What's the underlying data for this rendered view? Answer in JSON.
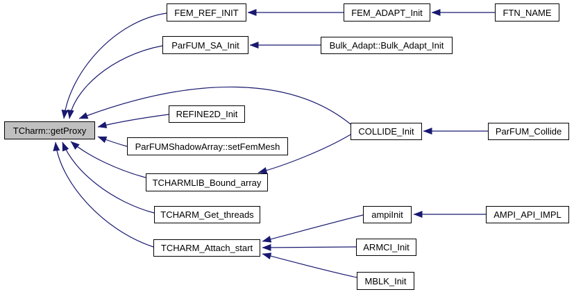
{
  "diagram": {
    "type": "call-graph",
    "focus_node": "TCharm::getProxy",
    "colors": {
      "edge": "#191970",
      "node_border": "#000000",
      "node_fill": "#ffffff",
      "focus_node_fill": "#c0c0c0",
      "background": "#ffffff",
      "text": "#000000"
    },
    "nodes": [
      {
        "id": "tcharm-getproxy",
        "label": "TCharm::getProxy"
      },
      {
        "id": "fem-ref-init",
        "label": "FEM_REF_INIT"
      },
      {
        "id": "parfum-sa-init",
        "label": "ParFUM_SA_Init"
      },
      {
        "id": "refine2d-init",
        "label": "REFINE2D_Init"
      },
      {
        "id": "parfumshadowarray-setfemmesh",
        "label": "ParFUMShadowArray::setFemMesh"
      },
      {
        "id": "tcharmlib-bound-array",
        "label": "TCHARMLIB_Bound_array"
      },
      {
        "id": "tcharm-get-threads",
        "label": "TCHARM_Get_threads"
      },
      {
        "id": "tcharm-attach-start",
        "label": "TCHARM_Attach_start"
      },
      {
        "id": "fem-adapt-init",
        "label": "FEM_ADAPT_Init"
      },
      {
        "id": "bulk-adapt-init",
        "label": "Bulk_Adapt::Bulk_Adapt_Init"
      },
      {
        "id": "collide-init",
        "label": "COLLIDE_Init"
      },
      {
        "id": "ftn-name",
        "label": "FTN_NAME"
      },
      {
        "id": "parfum-collide",
        "label": "ParFUM_Collide"
      },
      {
        "id": "ampiinit",
        "label": "ampiInit"
      },
      {
        "id": "ampi-api-impl",
        "label": "AMPI_API_IMPL"
      },
      {
        "id": "armci-init",
        "label": "ARMCI_Init"
      },
      {
        "id": "mblk-init",
        "label": "MBLK_Init"
      }
    ],
    "edges": [
      {
        "from": "FEM_REF_INIT",
        "to": "TCharm::getProxy"
      },
      {
        "from": "ParFUM_SA_Init",
        "to": "TCharm::getProxy"
      },
      {
        "from": "COLLIDE_Init",
        "to": "TCharm::getProxy"
      },
      {
        "from": "REFINE2D_Init",
        "to": "TCharm::getProxy"
      },
      {
        "from": "ParFUMShadowArray::setFemMesh",
        "to": "TCharm::getProxy"
      },
      {
        "from": "TCHARMLIB_Bound_array",
        "to": "TCharm::getProxy"
      },
      {
        "from": "TCHARM_Get_threads",
        "to": "TCharm::getProxy"
      },
      {
        "from": "TCHARM_Attach_start",
        "to": "TCharm::getProxy"
      },
      {
        "from": "FEM_ADAPT_Init",
        "to": "FEM_REF_INIT"
      },
      {
        "from": "FTN_NAME",
        "to": "FEM_ADAPT_Init"
      },
      {
        "from": "Bulk_Adapt::Bulk_Adapt_Init",
        "to": "ParFUM_SA_Init"
      },
      {
        "from": "ParFUM_Collide",
        "to": "COLLIDE_Init"
      },
      {
        "from": "COLLIDE_Init",
        "to": "TCHARMLIB_Bound_array"
      },
      {
        "from": "AMPI_API_IMPL",
        "to": "ampiInit"
      },
      {
        "from": "ampiInit",
        "to": "TCHARM_Attach_start"
      },
      {
        "from": "ARMCI_Init",
        "to": "TCHARM_Attach_start"
      },
      {
        "from": "MBLK_Init",
        "to": "TCHARM_Attach_start"
      }
    ]
  }
}
